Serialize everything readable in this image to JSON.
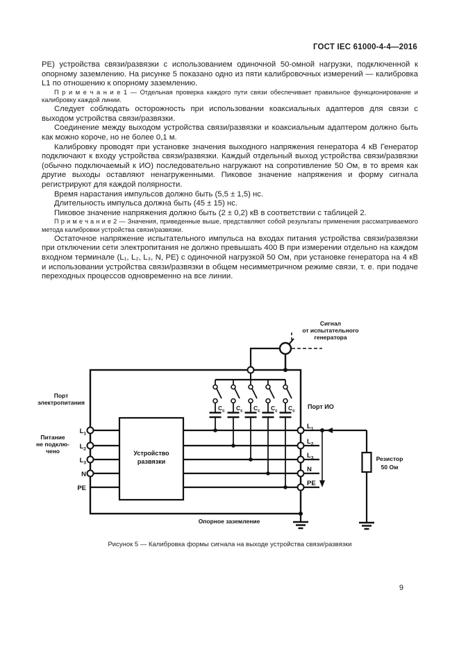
{
  "page": {
    "header": "ГОСТ IEC 61000-4-4—2016",
    "page_number": "9"
  },
  "content": {
    "paragraphs": [
      {
        "type": "body-first",
        "text": "РЕ) устройства связи/развязки с использованием одиночной 50-омной нагрузки, подключенной к опорному заземлению. На рисунке 5 показано одно из пяти калибровочных измерений — калибровка L1 по отношению к опорному заземлению."
      },
      {
        "type": "note",
        "text": "П р и м е ч а н и е  1 — Отдельная проверка каждого пути связи обеспечивает правильное функционирование и калибровку каждой линии."
      },
      {
        "type": "body",
        "text": "Следует соблюдать осторожность при использовании коаксиальных адаптеров для связи с выходом устройства связи/развязки."
      },
      {
        "type": "body",
        "text": "Соединение между выходом устройства связи/развязки и коаксиальным адаптером должно быть как можно короче, но не более 0,1 м."
      },
      {
        "type": "body",
        "text": "Калибровку проводят при установке значения выходного напряжения генератора 4 кВ Генератор подключают к входу устройства связи/развязки. Каждый отдельный выход устройства связи/развязки (обычно подключаемый к ИО) последовательно нагружают на сопротивление 50 Ом, в то время как другие выходы оставляют ненагруженными. Пиковое значение напряжения и форму сигнала регистрируют для каждой полярности."
      },
      {
        "type": "body",
        "text": "Время нарастания импульсов должно быть (5,5 ± 1,5) нс."
      },
      {
        "type": "body",
        "text": "Длительность импульса должна быть (45 ± 15) нс."
      },
      {
        "type": "body",
        "text": "Пиковое значение напряжения должно быть (2 ± 0,2) кВ в соответствии с таблицей 2."
      },
      {
        "type": "note",
        "text": "П р и м е ч а н и е  2 — Значения, приведенные выше, представляют собой результаты применения рассматриваемого метода калибровки устройства связи/развязки."
      },
      {
        "type": "body",
        "text": "Остаточное напряжение испытательного импульса на входах питания устройства связи/развязки при отключении сети электропитания не должно превышать 400 В при измерении отдельно на каждом входном терминале (L₁, L₂, L₃, N, PE) с одиночной нагрузкой 50 Ом, при установке генератора на 4 кВ и использовании устройства связи/развязки в общем несимметричном режиме связи, т. е. при подаче переходных процессов одновременно на все линии."
      }
    ]
  },
  "figure": {
    "caption": "Рисунок 5 — Калибровка формы сигнала на выходе устройства связи/развязки",
    "signal_label": {
      "line1": "Сигнал",
      "line2": "от испытательного",
      "line3": "генератора"
    },
    "power_port_label": {
      "line1": "Порт",
      "line2": "электропитания"
    },
    "supply_label": {
      "line1": "Питание",
      "line2": "не подклю-",
      "line3": "чено"
    },
    "device_label": {
      "line1": "Устройство",
      "line2": "развязки"
    },
    "eut_port_label": "Порт ИО",
    "resistor_label": {
      "line1": "Резистор",
      "line2": "50 Ом"
    },
    "ground_label": "Опорное заземление",
    "terminals": [
      {
        "main": "L",
        "sub": "1"
      },
      {
        "main": "L",
        "sub": "2"
      },
      {
        "main": "L",
        "sub": "3"
      },
      {
        "main": "N",
        "sub": ""
      },
      {
        "main": "PE",
        "sub": ""
      }
    ],
    "capacitors": [
      {
        "main": "C",
        "sub": "с"
      },
      {
        "main": "C",
        "sub": "с"
      },
      {
        "main": "C",
        "sub": "с"
      },
      {
        "main": "C",
        "sub": "с"
      },
      {
        "main": "C",
        "sub": "с"
      }
    ]
  }
}
